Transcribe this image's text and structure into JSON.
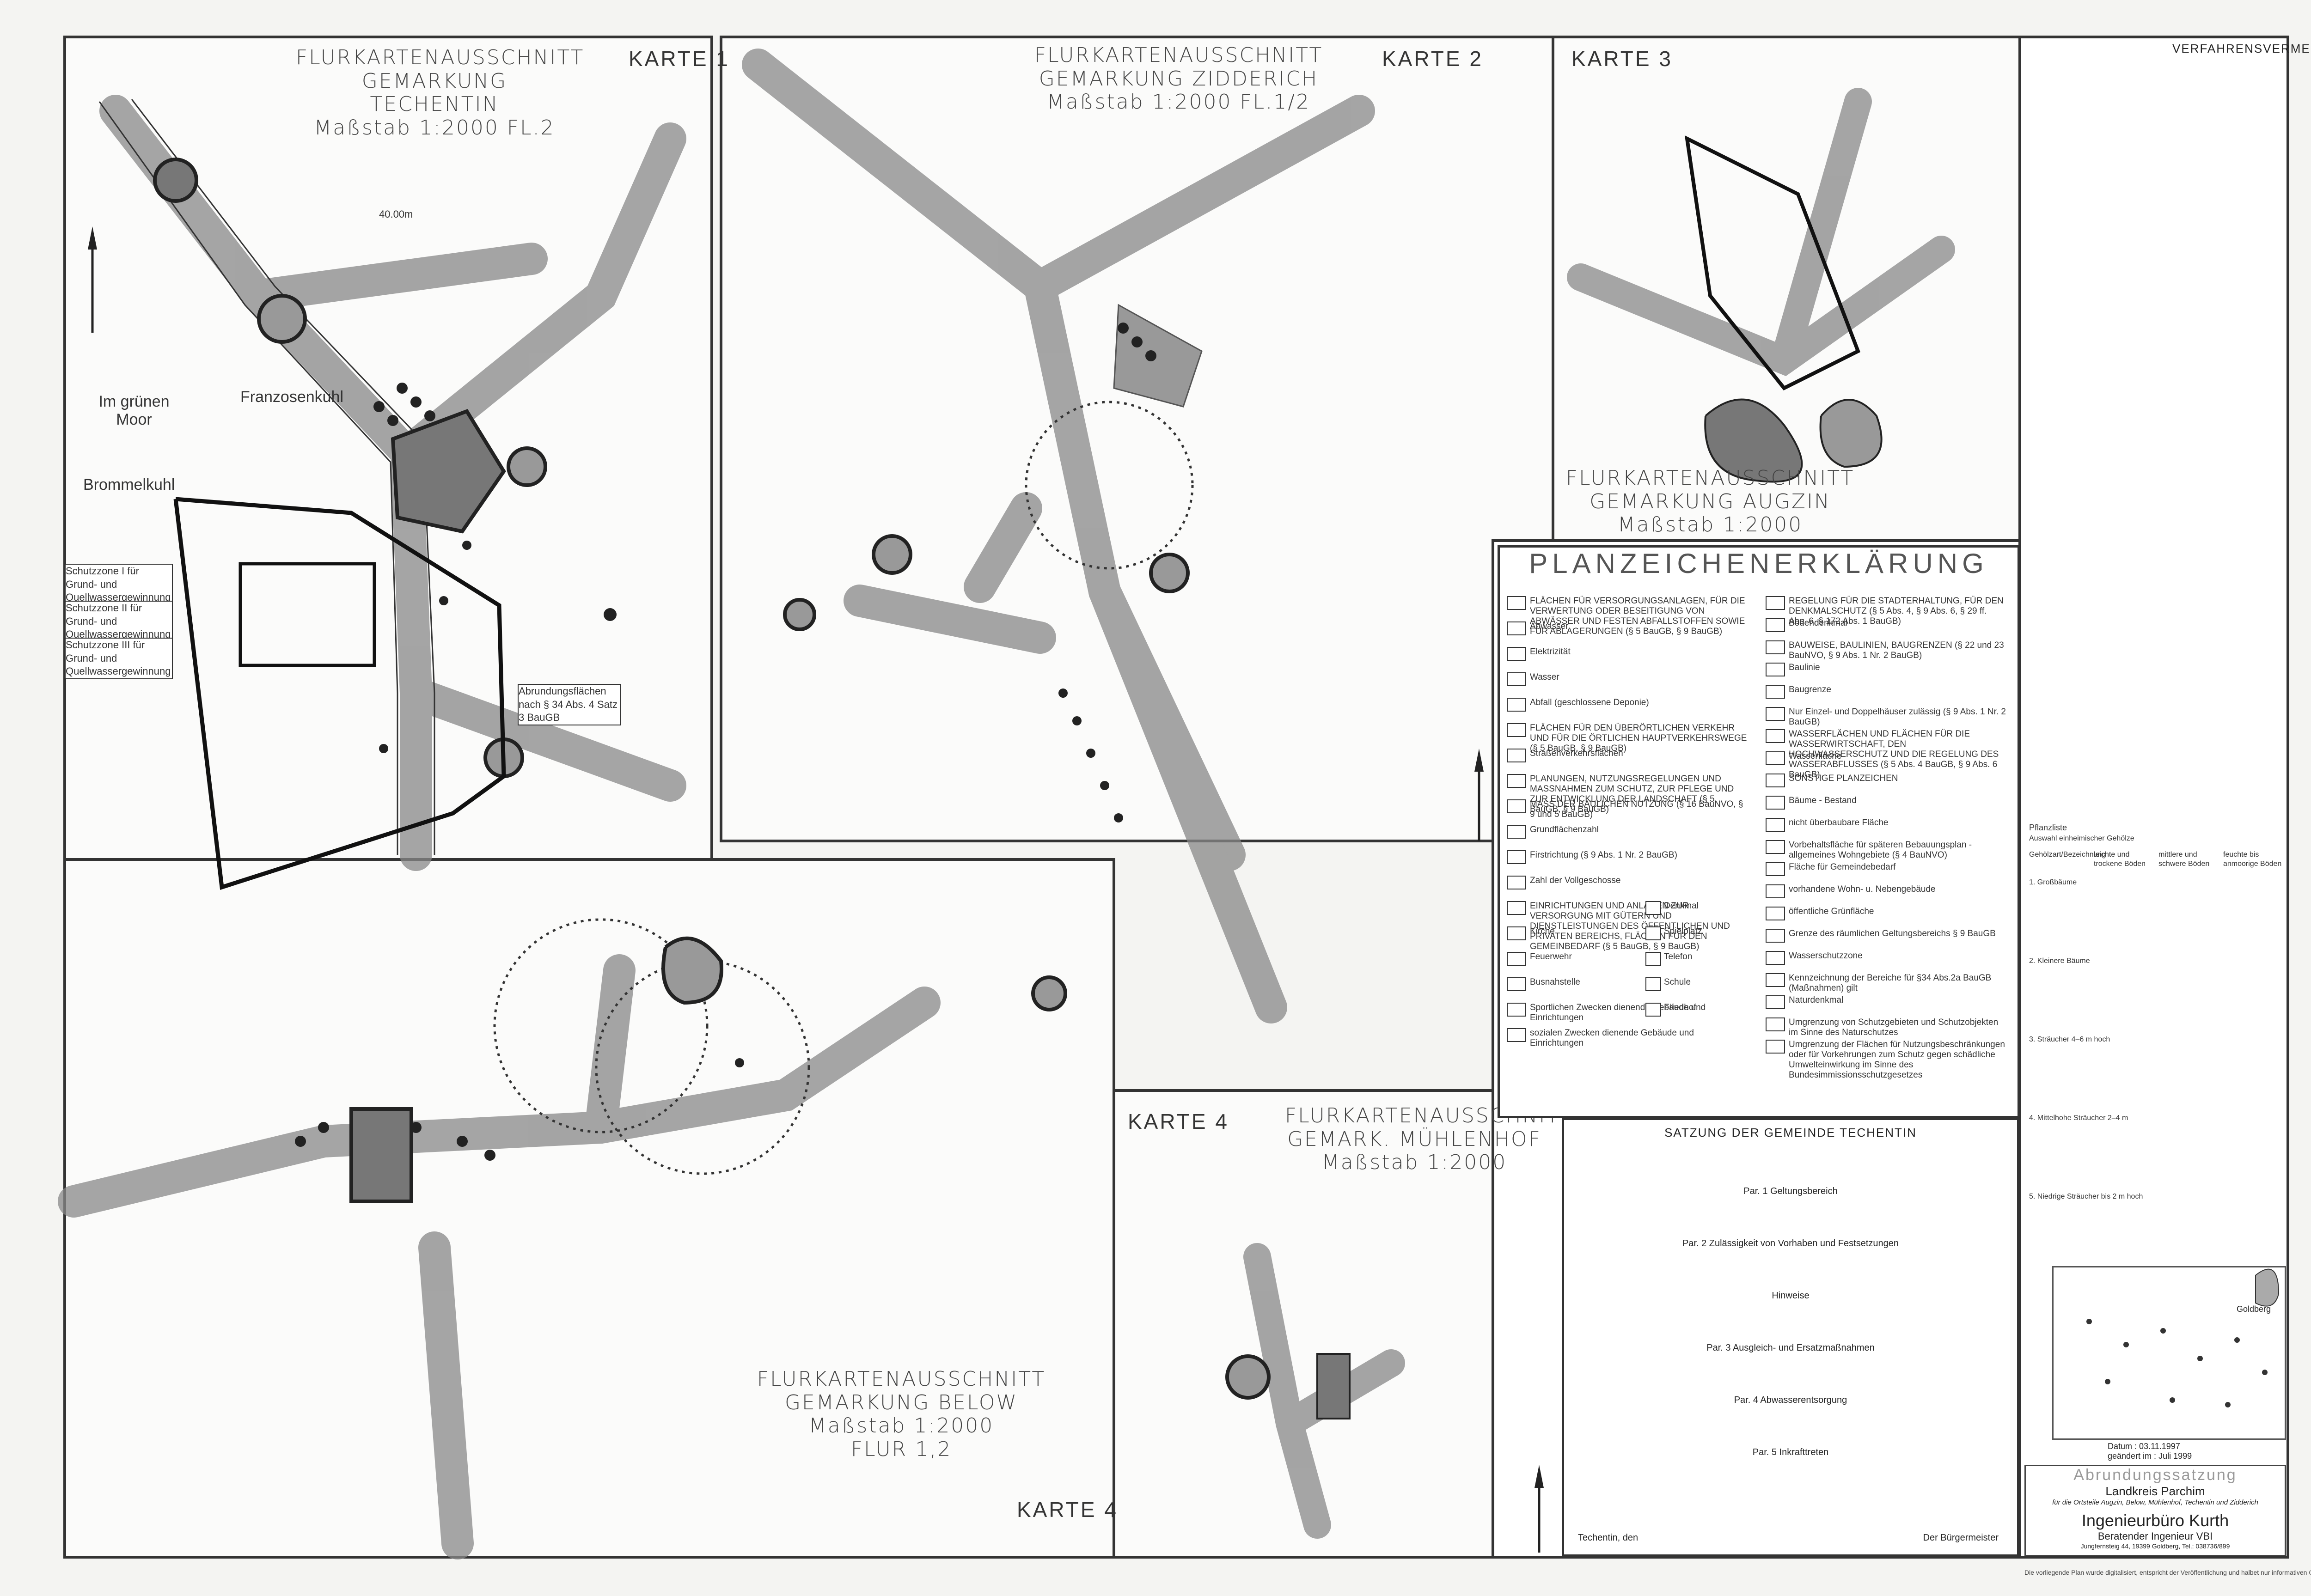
{
  "maps": [
    {
      "karte": "KARTE 1",
      "title": [
        "FLURKARTENAUSSCHNITT",
        "GEMARKUNG TECHENTIN",
        "Maßstab 1:2000 FL.2"
      ],
      "labels": [
        "Im grünen Moor",
        "Franzosenkuhl",
        "Brommelkuhl"
      ]
    },
    {
      "karte": "KARTE 2",
      "title": [
        "FLURKARTENAUSSCHNITT",
        "GEMARKUNG ZIDDERICH",
        "Maßstab 1:2000 FL.1/2"
      ]
    },
    {
      "karte": "KARTE 3",
      "title": [
        "FLURKARTENAUSSCHNITT",
        "GEMARKUNG AUGZIN",
        "Maßstab 1:2000"
      ]
    },
    {
      "karte": "KARTE 4",
      "title": [
        "FLURKARTENAUSSCHNITT",
        "GEMARKUNG BELOW",
        "Maßstab 1:2000",
        "FLUR 1,2"
      ]
    },
    {
      "karte": "KARTE 4",
      "title": [
        "FLURKARTENAUSSCHNITT",
        "GEMARK. MÜHLENHOF",
        "Maßstab 1:2000"
      ]
    }
  ],
  "legend": {
    "title": "PLANZEICHENERKLÄRUNG",
    "left_items": [
      "FLÄCHEN FÜR VERSORGUNGSANLAGEN, FÜR DIE VERWERTUNG ODER BESEITIGUNG VON ABWÄSSER UND FESTEN ABFALLSTOFFEN SOWIE FÜR ABLAGERUNGEN (§ 5 BauGB, § 9 BauGB)",
      "Abwasser",
      "Elektrizität",
      "Wasser",
      "Abfall (geschlossene Deponie)",
      "FLÄCHEN FÜR DEN ÜBERÖRTLICHEN VERKEHR UND FÜR DIE ÖRTLICHEN HAUPTVERKEHRSWEGE (§ 5 BauGB, § 9 BauGB)",
      "Straßenverkehrsflächen",
      "PLANUNGEN, NUTZUNGSREGELUNGEN UND MASSNAHMEN ZUM SCHUTZ, ZUR PFLEGE UND ZUR ENTWICKLUNG DER LANDSCHAFT (§ 5 BauGB, § 9 BauGB)",
      "MASS DER BAULICHEN NUTZUNG (§ 16 BauNVO, § 9 und 5 BauGB)",
      "Grundflächenzahl",
      "Firstrichtung (§ 9 Abs. 1 Nr. 2 BauGB)",
      "Zahl der Vollgeschosse",
      "EINRICHTUNGEN UND ANLAGEN ZUR VERSORGUNG MIT GÜTERN UND DIENSTLEISTUNGEN DES ÖFFENTLICHEN UND PRIVATEN BEREICHS, FLÄCHEN FÜR DEN GEMEINBEDARF (§ 5 BauGB, § 9 BauGB)",
      "Kirche",
      "Feuerwehr",
      "Busnahstelle",
      "Sportlichen Zwecken dienende Gebäude und Einrichtungen",
      "sozialen Zwecken dienende Gebäude und Einrichtungen"
    ],
    "right_items": [
      "REGELUNG FÜR DIE STADTERHALTUNG, FÜR DEN DENKMALSCHUTZ (§ 5 Abs. 4, § 9 Abs. 6, § 29 ff. Abs. 6, § 172 Abs. 1 BauGB)",
      "Bodendenkmal",
      "BAUWEISE, BAULINIEN, BAUGRENZEN (§ 22 und 23 BauNVO, § 9 Abs. 1 Nr. 2 BauGB)",
      "Baulinie",
      "Baugrenze",
      "Nur Einzel- und Doppelhäuser zulässig (§ 9 Abs. 1 Nr. 2 BauGB)",
      "WASSERFLÄCHEN UND FLÄCHEN FÜR DIE WASSERWIRTSCHAFT, DEN HOCHWASSERSCHUTZ UND DIE REGELUNG DES WASSERABFLUSSES (§ 5 Abs. 4 BauGB, § 9 Abs. 6 BauGB)",
      "Wasserfläche",
      "SONSTIGE PLANZEICHEN",
      "Bäume - Bestand",
      "nicht überbaubare Fläche",
      "Vorbehaltsfläche für späteren Bebauungsplan - allgemeines Wohngebiete (§ 4 BauNVO)",
      "Fläche für Gemeindebedarf",
      "vorhandene Wohn- u. Nebengebäude",
      "öffentliche Grünfläche",
      "Grenze des räumlichen Geltungsbereichs § 9 BauGB",
      "Wasserschutzzone",
      "Kennzeichnung der Bereiche für §34 Abs.2a BauGB (Maßnahmen) gilt",
      "Naturdenkmal",
      "Umgrenzung von Schutzgebieten und Schutzobjekten im Sinne des Naturschutzes",
      "Umgrenzung der Flächen für Nutzungsbeschränkungen oder für Vorkehrungen zum Schutz gegen schädliche Umwelteinwirkung im Sinne des Bundesimmissionsschutzgesetzes"
    ],
    "mid_items": [
      "Denkmal",
      "Spielplatz",
      "Telefon",
      "Schule",
      "Friedhof"
    ]
  },
  "satzung": {
    "title": "SATZUNG DER GEMEINDE TECHENTIN",
    "sections": [
      "Par. 1 Geltungsbereich",
      "Par. 2 Zulässigkeit von Vorhaben und Festsetzungen",
      "Hinweise",
      "Par. 3 Ausgleich- und Ersatzmaßnahmen",
      "Par. 4 Abwasserentsorgung",
      "Par. 5 Inkrafttreten"
    ],
    "footer": "Techentin, den",
    "sign": "Der Bürgermeister"
  },
  "verfahren": {
    "title": "VERFAHRENSVERMERKE"
  },
  "pflanzliste": {
    "title": "Pflanzliste",
    "subtitle": "Auswahl einheimischer Gehölze",
    "cols": [
      "Gehölzart/Bezeichnung",
      "leichte und trockene Böden",
      "mittlere und schwere Böden",
      "feuchte bis anmoorige Böden"
    ],
    "groups": [
      "1. Großbäume",
      "2. Kleinere Bäume",
      "3. Sträucher 4–6 m hoch",
      "4. Mittelhohe Sträucher 2–4 m",
      "5. Niedrige Sträucher bis 2 m hoch"
    ]
  },
  "dates": {
    "datum_label": "Datum :",
    "datum": "03.11.1997",
    "geaendert_label": "geändert im :",
    "geaendert": "Juli 1999"
  },
  "titleblock": {
    "heading": "Abrundungssatzung",
    "district": "Landkreis Parchim",
    "desc": "für die Ortsteile Augzin, Below, Mühlenhof, Techentin und Zidderich",
    "office": "Ingenieurbüro Kurth",
    "office_sub": "Beratender Ingenieur VBI",
    "address": "Jungfernsteig 44, 19399 Goldberg, Tel.: 038736/899"
  },
  "inset": {
    "label": "Goldberg"
  },
  "small_notes": {
    "schutz1": "Schutzzone I für Grund- und Quellwassergewinnung",
    "schutz2": "Schutzzone II für Grund- und Quellwassergewinnung",
    "schutz3": "Schutzzone III für Grund- und Quellwassergewinnung",
    "abrundung": "Abrundungsflächen nach § 34 Abs. 4 Satz 3 BauGB",
    "distance": "40.00m"
  },
  "footer_note": "Die vorliegende Plan wurde digitalisiert, entspricht der Veröffentlichung und halbet nur informativen Charakter."
}
